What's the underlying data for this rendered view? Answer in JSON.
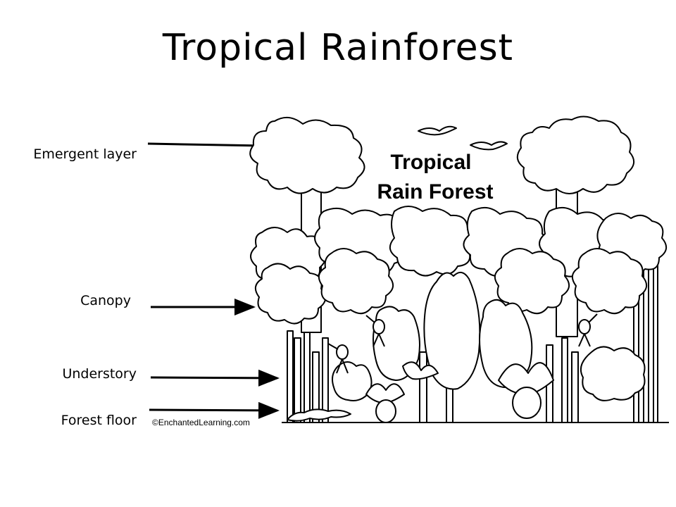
{
  "title": "Tropical Rainforest",
  "layers": {
    "emergent": "Emergent layer",
    "canopy": "Canopy",
    "understory": "Understory",
    "forest_floor": "Forest floor"
  },
  "illustration": {
    "title_line1": "Tropical",
    "title_line2": "Rain Forest",
    "credit": "©EnchantedLearning.com"
  }
}
